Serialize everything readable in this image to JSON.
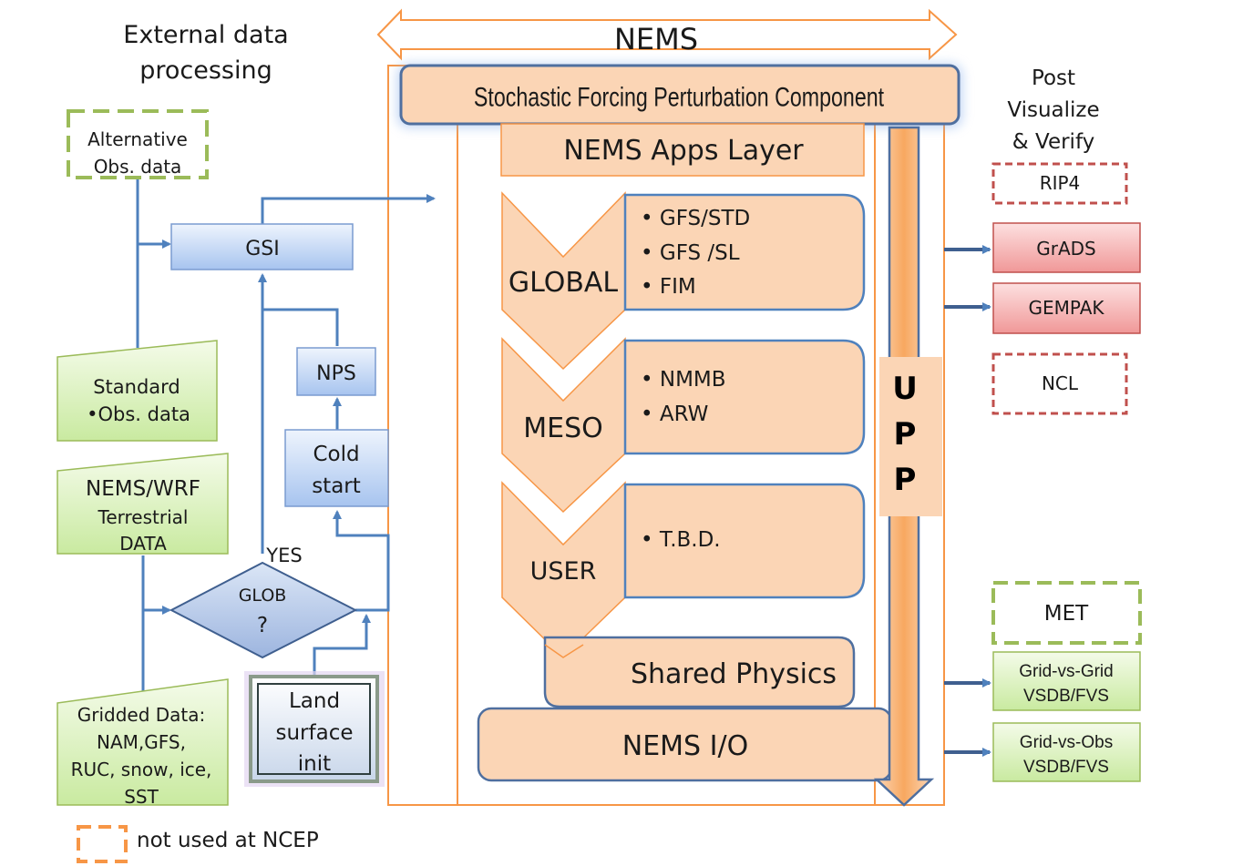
{
  "header": {
    "external": [
      "External data",
      "processing"
    ],
    "nems": "NEMS",
    "post": [
      "Post",
      "Visualize",
      "& Verify"
    ]
  },
  "stochastic": "Stochastic Forcing Perturbation Component",
  "apps_layer": "NEMS Apps Layer",
  "global": {
    "label": "GLOBAL",
    "items": [
      "• GFS/STD",
      "• GFS /SL",
      "• FIM"
    ]
  },
  "meso": {
    "label": "MESO",
    "items": [
      "• NMMB",
      "• ARW"
    ]
  },
  "user": {
    "label": "USER",
    "items": [
      "• T.B.D."
    ]
  },
  "shared_physics": "Shared Physics",
  "nems_io": "NEMS I/O",
  "upp": [
    "U",
    "P",
    "P"
  ],
  "left": {
    "alt_obs": [
      "Alternative",
      "Obs.  data"
    ],
    "gsi": "GSI",
    "std_obs": [
      "Standard",
      "•Obs.  data"
    ],
    "nps": "NPS",
    "cold_start": [
      "Cold",
      "start"
    ],
    "nems_wrf": [
      "NEMS/WRF",
      "Terrestrial",
      "DATA"
    ],
    "yes": "YES",
    "glob": [
      "GLOB",
      "?"
    ],
    "land": [
      "Land",
      "surface",
      "init"
    ],
    "gridded": [
      "Gridded Data:",
      "NAM,GFS,",
      "RUC, snow, ice,",
      "SST"
    ]
  },
  "right": {
    "rip4": "RIP4",
    "grads": "GrADS",
    "gempak": "GEMPAK",
    "ncl": "NCL",
    "met": "MET",
    "gvg": [
      "Grid-vs-Grid",
      "VSDB/FVS"
    ],
    "gvo": [
      "Grid-vs-Obs",
      "VSDB/FVS"
    ]
  },
  "legend": "not used at NCEP",
  "colors": {
    "orange_fill": "#fbd5b5",
    "orange_border": "#f79646",
    "blue": "#4f81bd",
    "green_fill": "#d7f0b8",
    "green_border": "#9bbb59",
    "red_fill": "#f2b8b8",
    "red_dash": "#c0504d"
  }
}
